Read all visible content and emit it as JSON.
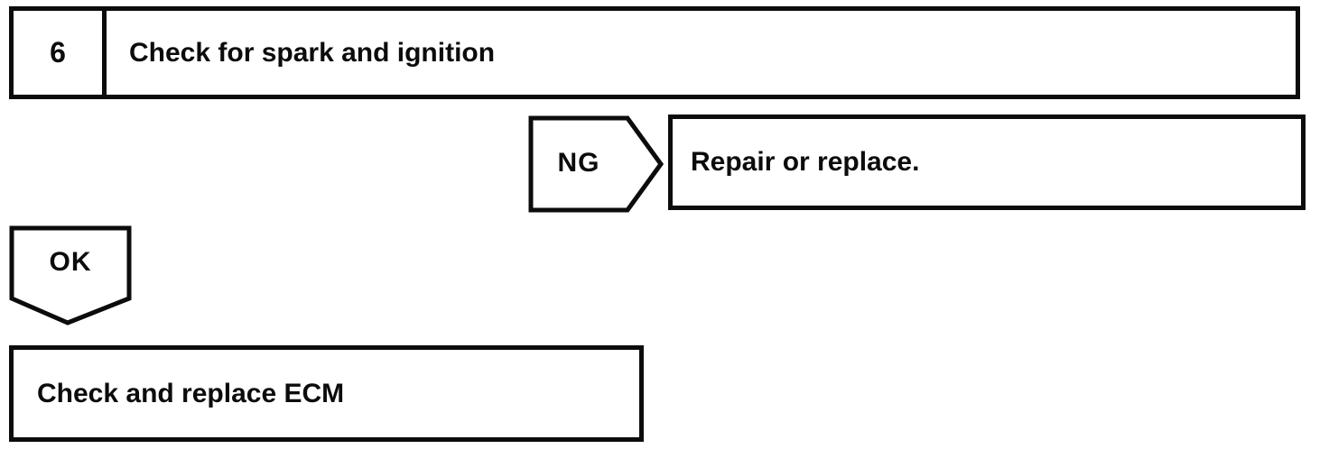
{
  "flowchart": {
    "step": {
      "number": "6",
      "title": "Check for spark and ignition"
    },
    "ng_branch": {
      "connector_label": "NG",
      "action": "Repair or replace."
    },
    "ok_branch": {
      "connector_label": "OK",
      "action": "Check and replace ECM"
    },
    "colors": {
      "line": "#0c0c0c",
      "background": "#ffffff"
    }
  }
}
